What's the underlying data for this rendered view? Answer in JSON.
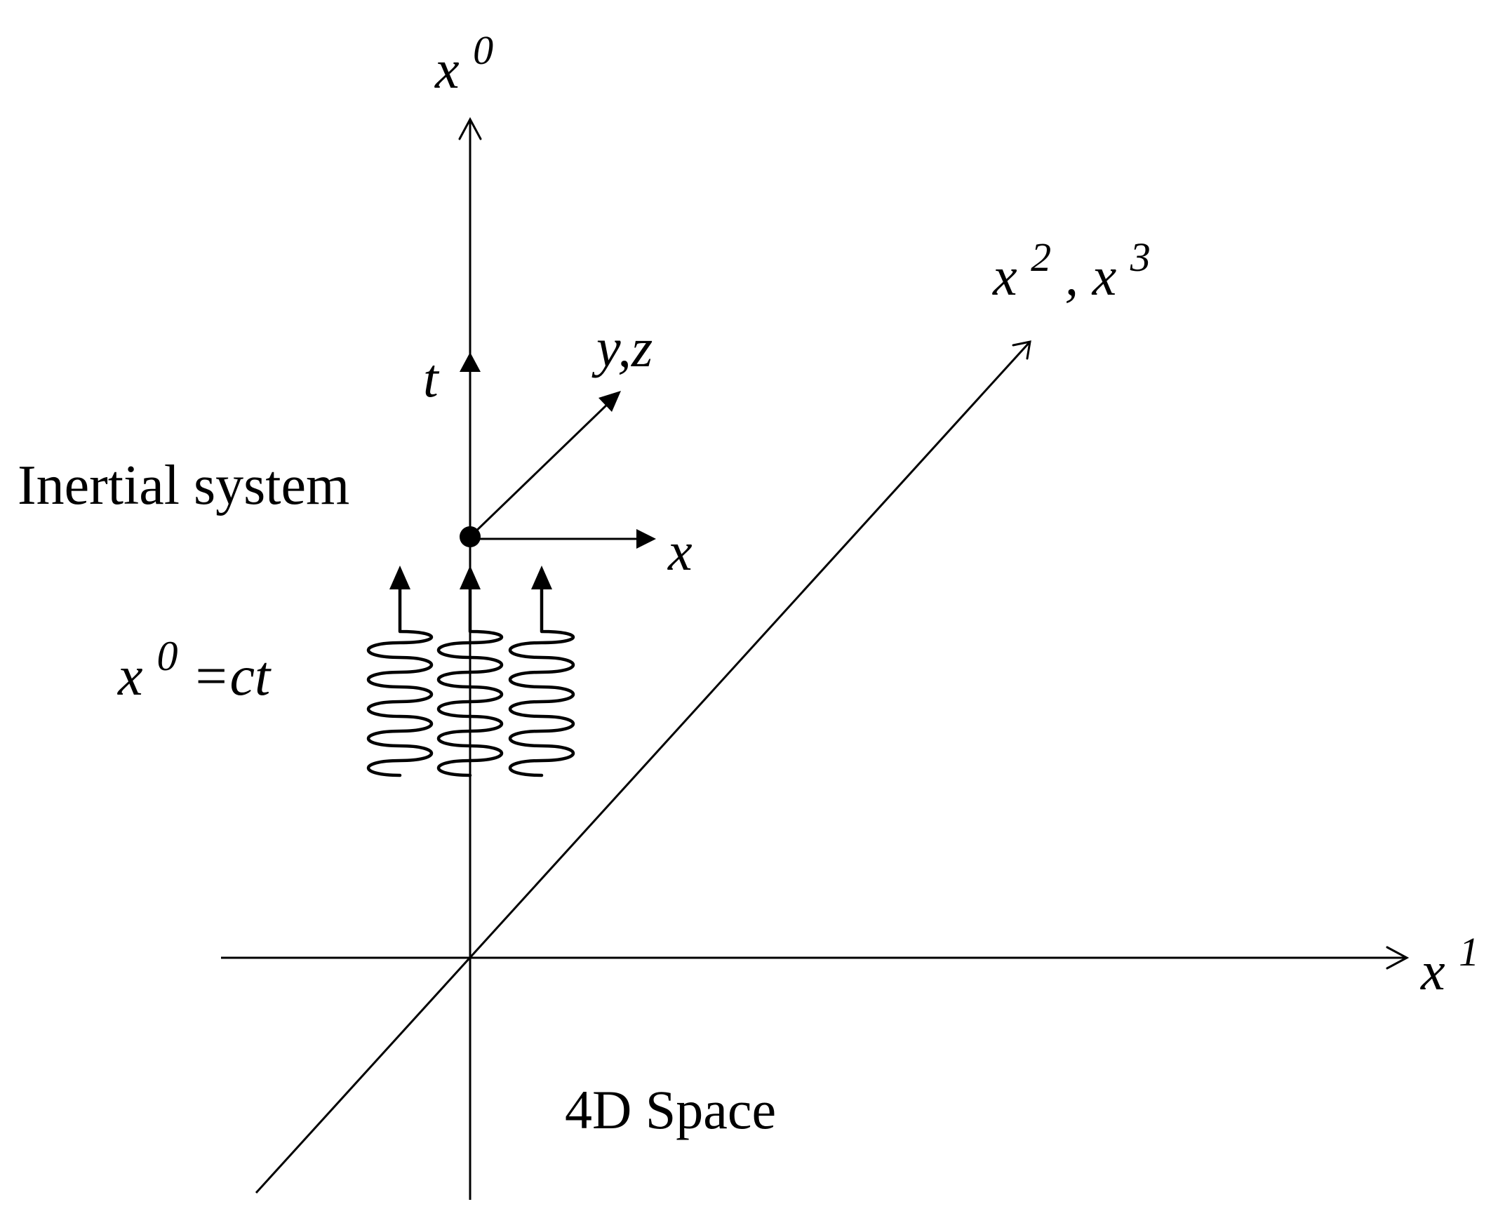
{
  "diagram": {
    "labels": {
      "x0_axis_base": "x",
      "x0_axis_sup": "0",
      "x23_axis_base1": "x",
      "x23_axis_sup1": "2",
      "x23_axis_comma": ",",
      "x23_axis_base2": "x",
      "x23_axis_sup2": "3",
      "x1_axis_base": "x",
      "x1_axis_sup": "1",
      "local_t": "t",
      "local_yz": "y,z",
      "local_x": "x",
      "inertial_system": "Inertial system",
      "relation_base": "x",
      "relation_sup": "0",
      "relation_rhs": "=ct",
      "space_caption": "4D Space"
    },
    "wave_count": 3,
    "colors": {
      "stroke": "#000000",
      "background": "#ffffff"
    }
  }
}
